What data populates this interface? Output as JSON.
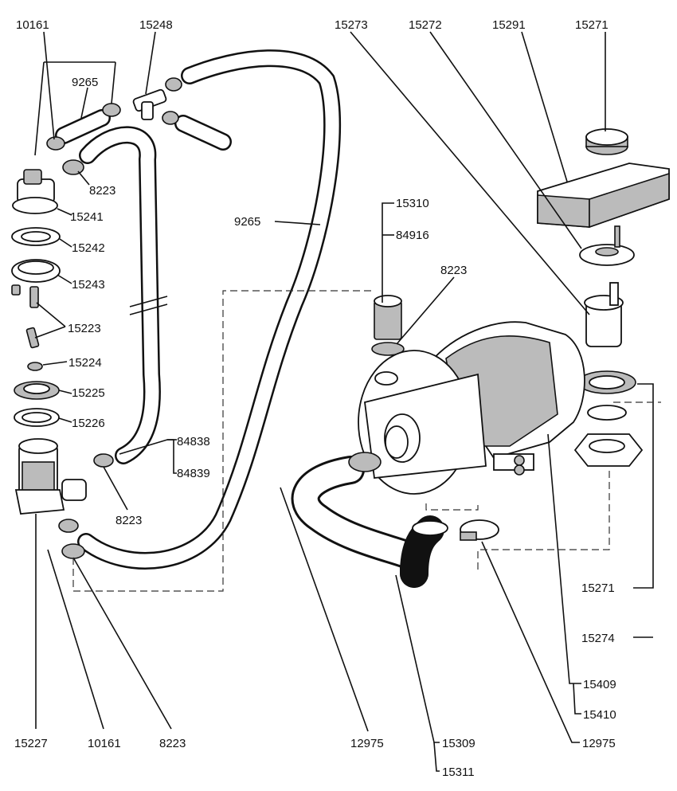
{
  "labels": {
    "top": [
      "10161",
      "15248",
      "15273",
      "15272",
      "15291",
      "15271"
    ],
    "hose_top": "9265",
    "hose_loop": "9265",
    "left_column": [
      "8223",
      "15241",
      "15242",
      "15243",
      "15223",
      "15224",
      "15225",
      "15226"
    ],
    "side_pair": [
      "84838",
      "84839"
    ],
    "clamp_mid": "8223",
    "pump_inlet": [
      "15310",
      "84916",
      "8223"
    ],
    "right_side": [
      "15271",
      "15274",
      "15409",
      "15410"
    ],
    "bottom": [
      "15227",
      "10161",
      "8223",
      "12975",
      "15309",
      "15311",
      "12975"
    ]
  }
}
